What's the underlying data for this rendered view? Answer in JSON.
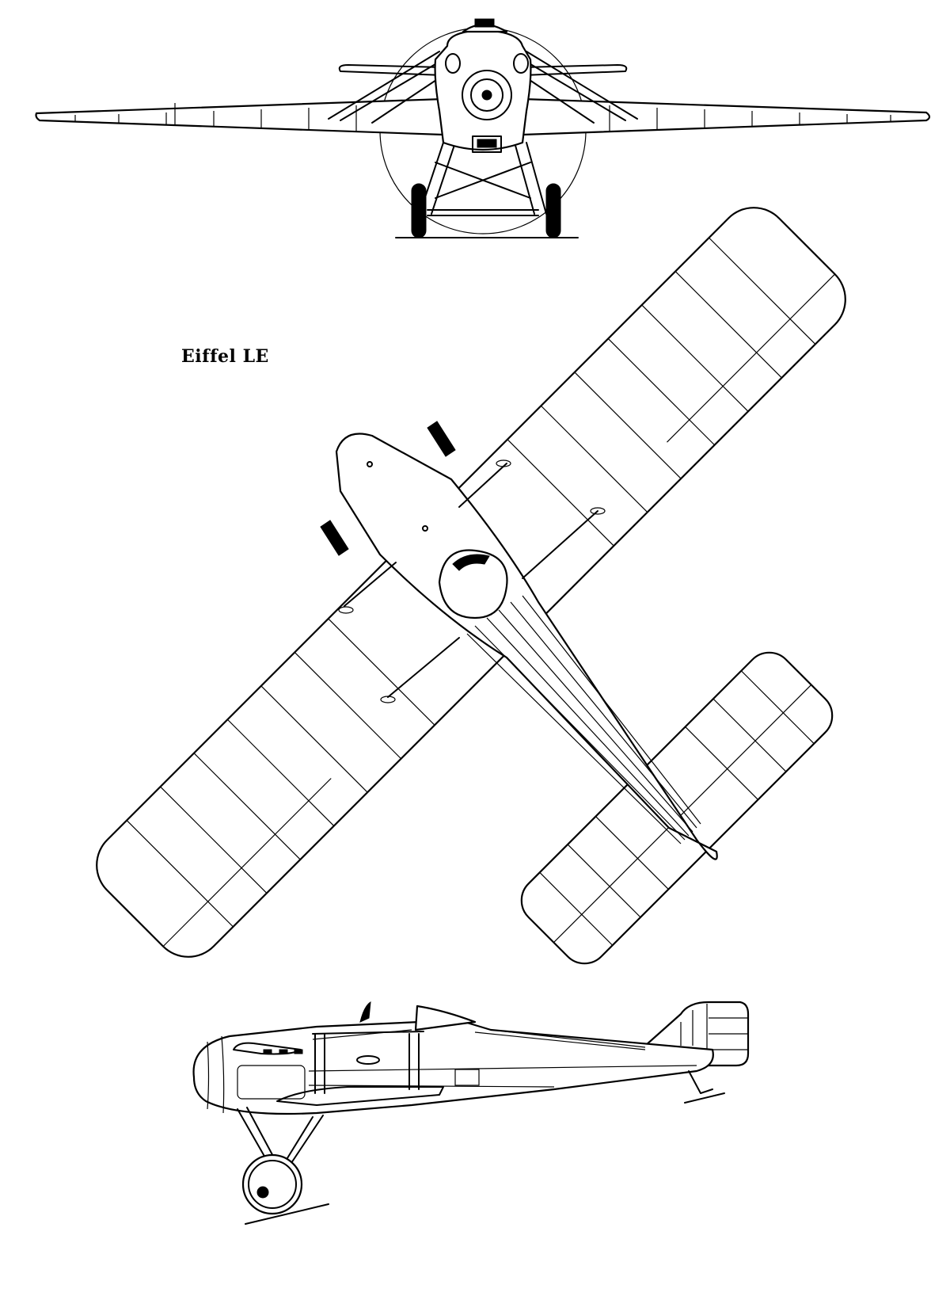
{
  "drawing": {
    "title": "Eiffel LE",
    "views": [
      "front-view",
      "top-view",
      "side-view"
    ],
    "line_color": "#000000",
    "background": "#ffffff"
  }
}
